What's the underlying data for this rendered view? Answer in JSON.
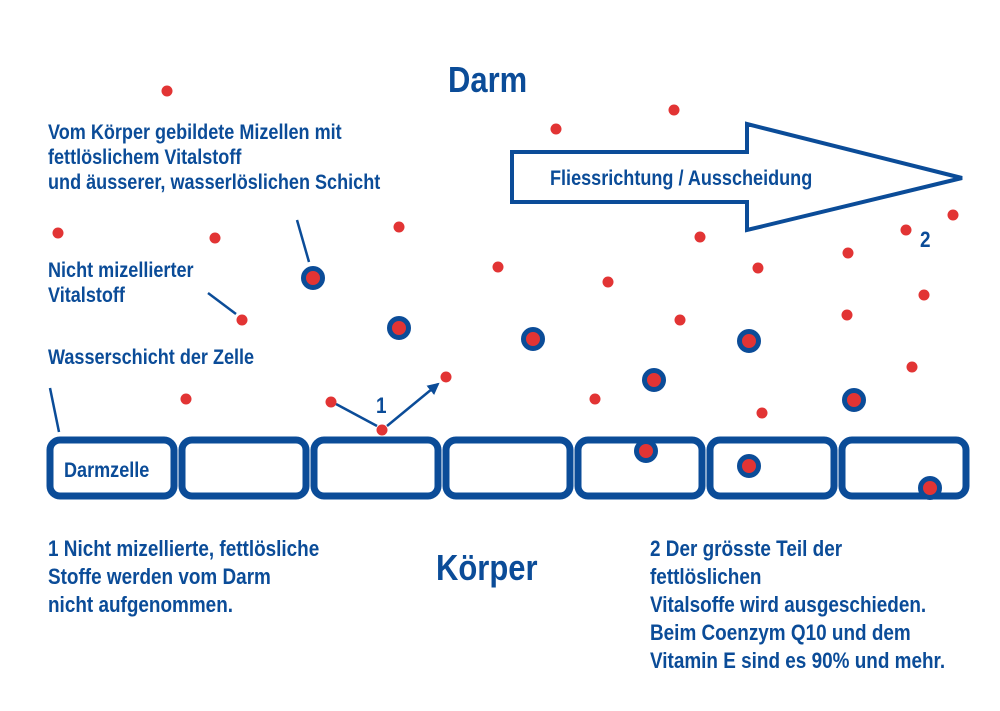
{
  "colors": {
    "blue": "#0b4c98",
    "red": "#e23434",
    "background": "#ffffff"
  },
  "title_top": "Darm",
  "title_bottom": "Körper",
  "labels": {
    "micelles": "Vom Körper gebildete Mizellen mit\nfettlöslichem Vitalstoff\nund äusserer, wasserlöslichen Schicht",
    "non_micellized": "Nicht mizellierter\nVitalstoff",
    "water_layer": "Wasserschicht der Zelle",
    "cell": "Darmzelle"
  },
  "flow_arrow": {
    "label": "Fliessrichtung / Ausscheidung"
  },
  "markers": {
    "one": "1",
    "two": "2"
  },
  "footnotes": {
    "one": "1 Nicht mizellierte, fettlösliche\n   Stoffe werden vom Darm\n   nicht aufgenommen.",
    "two": "2 Der grösste Teil der fettlöslichen\n   Vitalsoffe wird ausgeschieden.\n   Beim Coenzym Q10 und dem\n   Vitamin E sind es 90% und mehr."
  }
}
